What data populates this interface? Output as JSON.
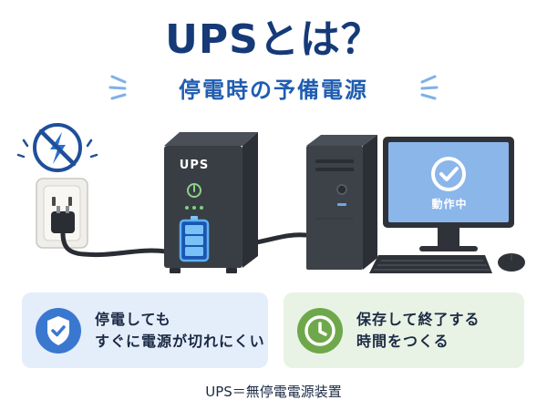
{
  "header": {
    "title": "UPSとは？",
    "subtitle": "停電時の予備電源"
  },
  "illustration": {
    "ups_label": "UPS",
    "monitor_status": "動作中",
    "icons": [
      "no-power-icon",
      "power-outlet-icon",
      "ups-device-icon",
      "battery-icon",
      "pc-tower-icon",
      "monitor-icon",
      "check-icon",
      "keyboard-icon",
      "mouse-icon"
    ]
  },
  "cards": {
    "left": {
      "icon": "shield-check-icon",
      "line1": "停電しても",
      "line2": "すぐに電源が切れにくい"
    },
    "right": {
      "icon": "clock-icon",
      "line1": "保存して終了する",
      "line2": "時間をつくる"
    }
  },
  "footer": {
    "note": "UPS＝無停電電源装置"
  },
  "colors": {
    "title": "#163a78",
    "subtitle": "#1f5db0",
    "card_left_bg": "#e4eefb",
    "card_right_bg": "#e9f3e5",
    "shield": "#3a78d0",
    "clock": "#6ea84a",
    "monitor_screen": "#8ab6ea"
  }
}
